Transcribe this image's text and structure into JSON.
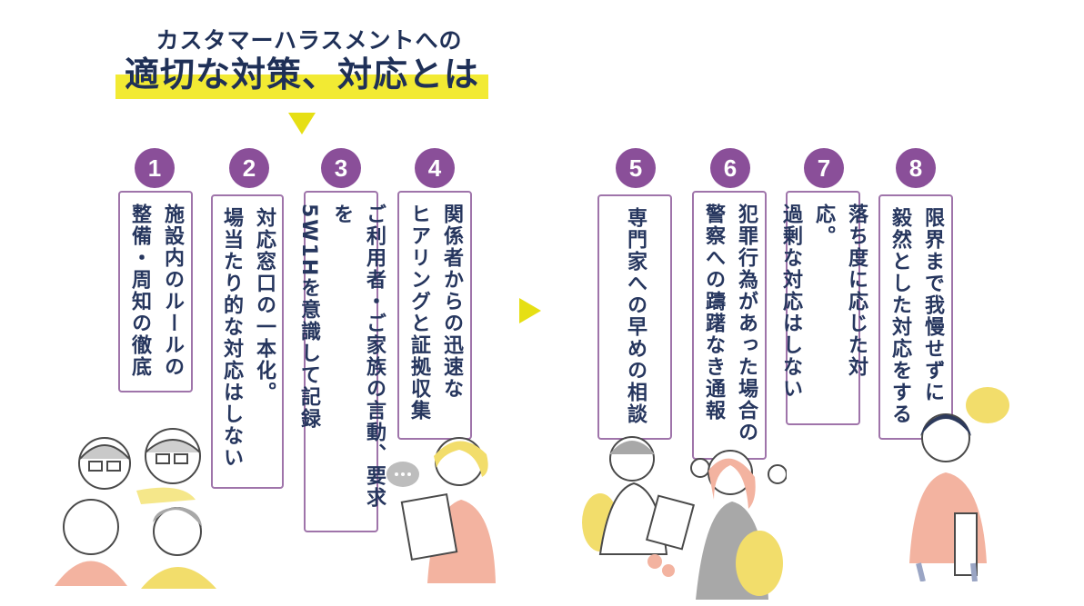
{
  "header": {
    "subtitle": "カスタマーハラスメントへの",
    "title": "適切な対策、対応とは"
  },
  "steps": [
    {
      "number": "1",
      "text": "施設内のルールの\n整備・周知の徹底"
    },
    {
      "number": "2",
      "text": "対応窓口の一本化。\n場当たり的な対応はしない"
    },
    {
      "number": "3",
      "text": "ご利用者・ご家族の言動、要求を\n5W1Hを意識して記録"
    },
    {
      "number": "4",
      "text": "関係者からの迅速な\nヒアリングと証拠収集"
    },
    {
      "number": "5",
      "text": "専門家への早めの相談"
    },
    {
      "number": "6",
      "text": "犯罪行為があった場合の\n警察への躊躇なき通報"
    },
    {
      "number": "7",
      "text": "落ち度に応じた対応。\n過剰な対応はしない"
    },
    {
      "number": "8",
      "text": "限界まで我慢せずに\n毅然とした対応をする"
    }
  ],
  "colors": {
    "accent_purple": "#8a4f99",
    "box_border": "#9f74aa",
    "highlight_yellow": "#f2ea33",
    "title_navy": "#1f3057"
  },
  "icons": [
    "down-arrow-icon",
    "right-arrow-icon",
    "speech-bubble-icon"
  ]
}
